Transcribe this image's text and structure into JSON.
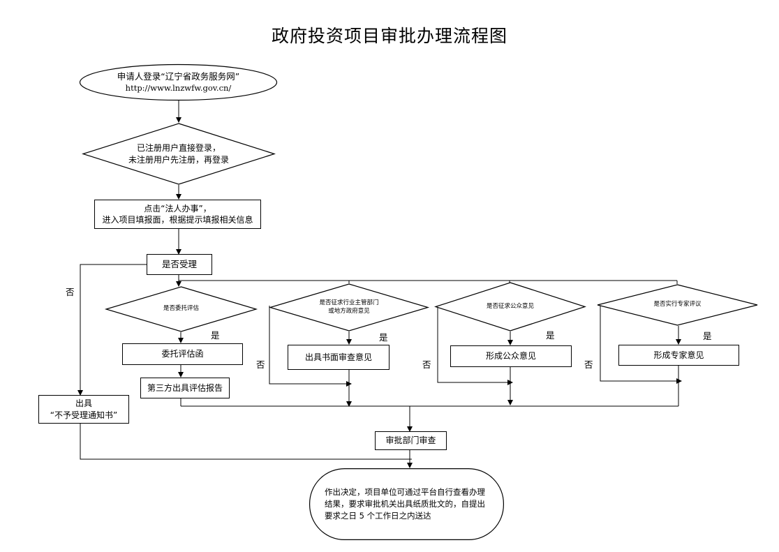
{
  "title": "政府投资项目审批办理流程图",
  "nodes": {
    "start": {
      "line1": "申请人登录“辽宁省政务服务网”",
      "line2": "http://www.lnzwfw.gov.cn/"
    },
    "login": {
      "line1": "已注册用户直接登录，",
      "line2": "未注册用户先注册，再登录"
    },
    "fill": {
      "line1": "点击“法人办事”，",
      "line2": "进入项目填报面，根据提示填报相关信息"
    },
    "accept": {
      "label": "是否受理"
    },
    "reject": {
      "line1": "出具",
      "line2": "“不予受理通知书”"
    },
    "d_entrust": {
      "label": "是否委托评估"
    },
    "entrust_letter": {
      "label": "委托评估函"
    },
    "third_party": {
      "label": "第三方出具评估报告"
    },
    "d_industry": {
      "line1": "是否征求行业主管部门",
      "line2": "或地方政府意见"
    },
    "written_opinion": {
      "label": "出具书面审查意见"
    },
    "d_public": {
      "label": "是否征求公众意见"
    },
    "public_opinion": {
      "label": "形成公众意见"
    },
    "d_expert": {
      "label": "是否实行专家评议"
    },
    "expert_opinion": {
      "label": "形成专家意见"
    },
    "review": {
      "label": "审批部门审查"
    },
    "end": {
      "line1": "作出决定，项目单位可通过平台自行查看办理",
      "line2": "结果，要求审批机关出具纸质批文的，自提出",
      "line3": "要求之日 5 个工作日之内送达"
    }
  },
  "edge_labels": {
    "yes": "是",
    "no": "否"
  }
}
